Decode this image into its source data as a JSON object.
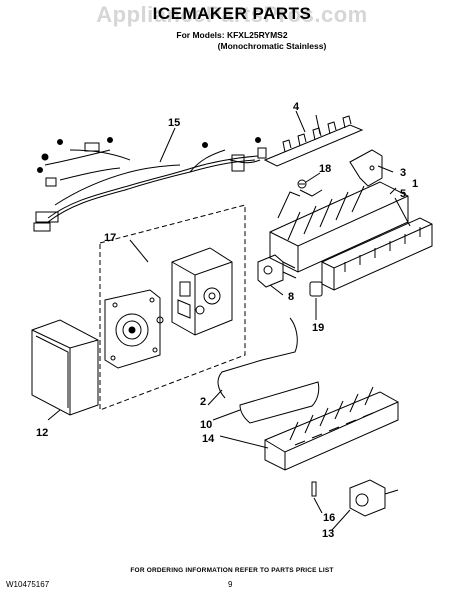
{
  "header": {
    "watermark": "AppliancePartsPros.com",
    "title": "ICEMAKER PARTS",
    "models_line": "For Models: KFXL25RYMS2",
    "finish_line": "(Monochromatic Stainless)"
  },
  "callouts": [
    "1",
    "2",
    "3",
    "4",
    "5",
    "8",
    "10",
    "12",
    "13",
    "14",
    "15",
    "16",
    "17",
    "18",
    "19"
  ],
  "footer": {
    "ordering_note": "FOR ORDERING INFORMATION REFER TO PARTS PRICE LIST",
    "doc_number": "W10475167",
    "page_number": "9"
  }
}
